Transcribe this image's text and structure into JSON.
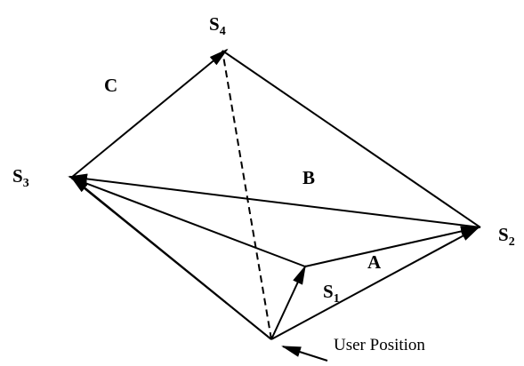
{
  "diagram": {
    "nodes": {
      "s1": {
        "letter": "S",
        "sub": "1"
      },
      "s2": {
        "letter": "S",
        "sub": "2"
      },
      "s3": {
        "letter": "S",
        "sub": "3"
      },
      "s4": {
        "letter": "S",
        "sub": "4"
      }
    },
    "regions": {
      "a": "A",
      "b": "B",
      "c": "C"
    },
    "caption": "User Position",
    "edge_color": "#000000"
  }
}
